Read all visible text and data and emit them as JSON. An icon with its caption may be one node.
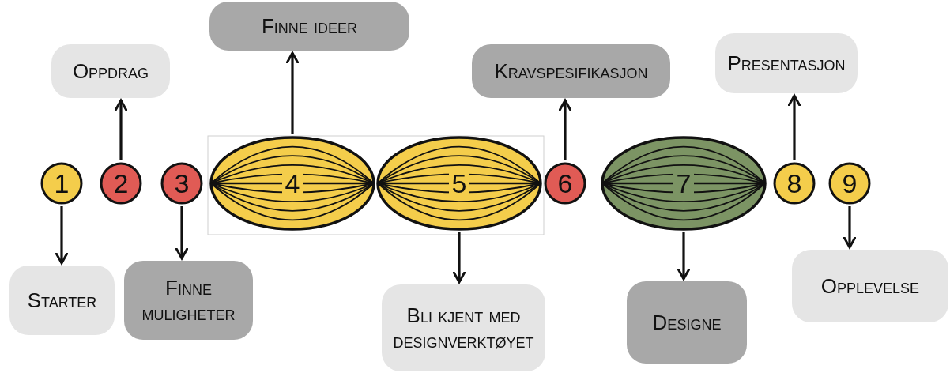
{
  "diagram": {
    "nodes": [
      {
        "text": [
          "1"
        ]
      },
      {
        "text": [
          "2"
        ]
      },
      {
        "text": [
          "3"
        ]
      },
      {
        "text": [
          "4"
        ]
      },
      {
        "text": [
          "5"
        ]
      },
      {
        "text": [
          "6"
        ]
      },
      {
        "text": [
          "7"
        ]
      },
      {
        "text": [
          "8"
        ]
      },
      {
        "text": [
          "9"
        ]
      },
      {
        "text": [
          "Finne ideer"
        ]
      },
      {
        "text": [
          "Oppdrag"
        ]
      },
      {
        "text": [
          "Kravspesifikasjon"
        ]
      },
      {
        "text": [
          "Presentasjon"
        ]
      },
      {
        "text": [
          "Starter"
        ]
      },
      {
        "text": [
          "Finne muligheter"
        ]
      },
      {
        "text": [
          "Bli kjent med designverktøyet"
        ]
      },
      {
        "text": [
          "Designe"
        ]
      },
      {
        "text": [
          "Opplevelse"
        ]
      }
    ],
    "edges": [
      {
        "from": 0,
        "to": 13,
        "arrow": "to"
      },
      {
        "from": 1,
        "to": 10,
        "arrow": "to"
      },
      {
        "from": 2,
        "to": 14,
        "arrow": "to"
      },
      {
        "from": 3,
        "to": 9,
        "arrow": "to"
      },
      {
        "from": 4,
        "to": 15,
        "arrow": "to"
      },
      {
        "from": 5,
        "to": 11,
        "arrow": "to"
      },
      {
        "from": 6,
        "to": 16,
        "arrow": "to"
      },
      {
        "from": 7,
        "to": 12,
        "arrow": "to"
      },
      {
        "from": 8,
        "to": 17,
        "arrow": "to"
      }
    ]
  }
}
